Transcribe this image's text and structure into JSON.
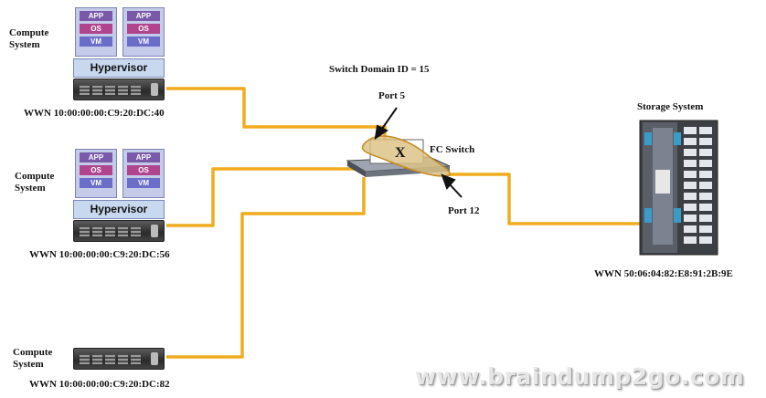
{
  "compute_systems": [
    {
      "label": "Compute\nSystem",
      "wwn": "WWN 10:00:00:00:C9:20:DC:40",
      "vm_stack": [
        "APP",
        "OS",
        "VM"
      ],
      "hypervisor": "Hypervisor"
    },
    {
      "label": "Compute\nSystem",
      "wwn": "WWN 10:00:00:00:C9:20:DC:56",
      "vm_stack": [
        "APP",
        "OS",
        "VM"
      ],
      "hypervisor": "Hypervisor"
    },
    {
      "label": "Compute\nSystem",
      "wwn": "WWN 10:00:00:00:C9:20:DC:82"
    }
  ],
  "switch": {
    "domain_id_label": "Switch Domain ID = 15",
    "name": "FC Switch",
    "mark": "X",
    "port_a": "Port 5",
    "port_b": "Port 12"
  },
  "storage": {
    "label": "Storage System",
    "wwn": "WWN 50:06:04:82:E8:91:2B:9E"
  },
  "watermark": "www.braindump2go.com",
  "colors": {
    "link": "#f0ac1e",
    "outline": "#c68a22"
  }
}
